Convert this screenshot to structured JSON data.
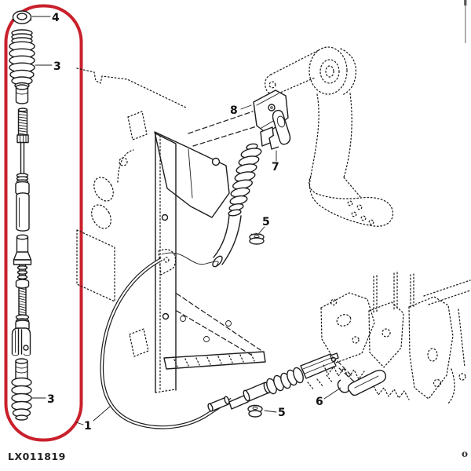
{
  "figure_code": "LX011819",
  "corner_mark": "o",
  "colors": {
    "highlight_red": "#c9202b",
    "ink": "#1c1c1c",
    "paper": "#ffffff"
  },
  "callouts": {
    "nut": "4",
    "boot_upper": "3",
    "bracket": "8",
    "retainer_clip": "7",
    "push_nut_upper": "5",
    "cable": "1",
    "push_nut_lower": "5",
    "lever_arm": "6",
    "boot_lower": "3"
  }
}
